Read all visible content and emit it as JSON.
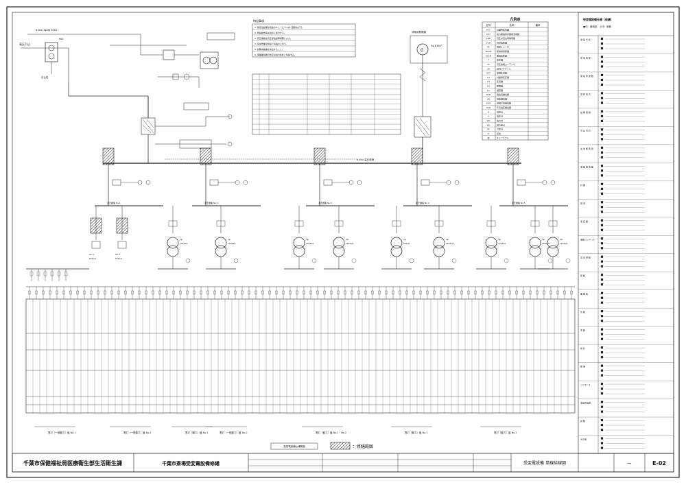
{
  "drawing": {
    "org": "千葉市保健福祉局医療衛生部生活衛生課",
    "project": "千葉市斎場受変電設備修繕",
    "drawing_name": "受変電設備 単線結線図",
    "scale": "—",
    "number": "E-02"
  },
  "legend": {
    "title": "凡例表",
    "head_symbol": "記号",
    "head_name": "名称",
    "head_note": "備考",
    "rows": [
      {
        "sym": "PCT",
        "name": "計器用変成器",
        "note": ""
      },
      {
        "sym": "VCT",
        "name": "電力需給用計器用変成器",
        "note": ""
      },
      {
        "sym": "LBS",
        "name": "高圧交流負荷開閉器",
        "note": ""
      },
      {
        "sym": "VCB",
        "name": "真空遮断器",
        "note": ""
      },
      {
        "sym": "PF",
        "name": "限流ヒューズ",
        "note": ""
      },
      {
        "sym": "MCCB",
        "name": "配線用遮断器",
        "note": ""
      },
      {
        "sym": "ELCB",
        "name": "漏電遮断器",
        "note": ""
      },
      {
        "sym": "T",
        "name": "変圧器",
        "note": ""
      },
      {
        "sym": "SC",
        "name": "高圧進相コンデンサ",
        "note": ""
      },
      {
        "sym": "SR",
        "name": "直列リアクトル",
        "note": ""
      },
      {
        "sym": "ZCT",
        "name": "零相変流器",
        "note": ""
      },
      {
        "sym": "VT",
        "name": "計器用変圧器",
        "note": ""
      },
      {
        "sym": "CT",
        "name": "変流器",
        "note": ""
      },
      {
        "sym": "DS",
        "name": "断路器",
        "note": ""
      },
      {
        "sym": "LA",
        "name": "避雷器",
        "note": ""
      },
      {
        "sym": "OCR",
        "name": "過電流継電器",
        "note": ""
      },
      {
        "sym": "GR",
        "name": "地絡継電器",
        "note": ""
      },
      {
        "sym": "DGR",
        "name": "地絡方向継電器",
        "note": ""
      },
      {
        "sym": "UVR",
        "name": "不足電圧継電器",
        "note": ""
      },
      {
        "sym": "A",
        "name": "電流計",
        "note": ""
      },
      {
        "sym": "V",
        "name": "電圧計",
        "note": ""
      },
      {
        "sym": "kW",
        "name": "電力計",
        "note": ""
      },
      {
        "sym": "Wh",
        "name": "電力量計",
        "note": ""
      },
      {
        "sym": "PF",
        "name": "力率計",
        "note": ""
      },
      {
        "sym": "E",
        "name": "接地",
        "note": ""
      },
      {
        "sym": "▨",
        "name": "キュービクル",
        "note": ""
      }
    ]
  },
  "notes_title": "特記事項",
  "notes": [
    "1. 受変電設備は既設のキュービクル内で更新を行う。",
    "2. 既設撤去品は適切に処分する。",
    "3. 高圧機器は高圧受電設備規程による。",
    "4. 停電作業は施設と協議の上行う。",
    "5. 試験成績書を提出すること。",
    "6. 保護継電器の整定は電力会社と協議する。"
  ],
  "incoming": {
    "label": "高圧引込",
    "supply": "6.6kV 3φ3W 60Hz",
    "pas": "PAS",
    "pole": "引込柱"
  },
  "owner_gen": {
    "label": "非常用発電機",
    "gen": "G",
    "rating": "3φ 6.6kV"
  },
  "main_bus_label": "6.6kV 高圧母線",
  "feeders": [
    {
      "name": "変圧器盤 No.1"
    },
    {
      "name": "変圧器盤 No.2"
    },
    {
      "name": "変圧器盤 No.3"
    },
    {
      "name": "変圧器盤 No.4"
    },
    {
      "name": "変圧器盤 No.5"
    }
  ],
  "transformers": [
    {
      "kind": "1φ",
      "kva": "100kVA"
    },
    {
      "kind": "1φ",
      "kva": "100kVA"
    },
    {
      "kind": "3φ",
      "kva": "200kVA"
    },
    {
      "kind": "3φ",
      "kva": "200kVA"
    },
    {
      "kind": "1φ",
      "kva": "50kVA"
    },
    {
      "kind": "3φ",
      "kva": "200kVA"
    },
    {
      "kind": "3φ",
      "kva": "150kVA"
    },
    {
      "kind": "3φ",
      "kva": "200kVA"
    },
    {
      "kind": "3φ",
      "kva": "150kVA"
    }
  ],
  "capacitors": [
    {
      "name": "SC-1",
      "kvar": "50kvar"
    },
    {
      "name": "SC-2",
      "kvar": "50kvar"
    }
  ],
  "group_labels": [
    {
      "name": "電灯（一般動力）盤 No.1"
    },
    {
      "name": "電灯（一般動力）盤 No.2"
    },
    {
      "name": "電灯（動力）盤 No.1"
    },
    {
      "name": "電灯（一般動力）盤 No.2"
    },
    {
      "name": "電灯（動力）盤 No.1・No.2"
    },
    {
      "name": "電灯（動力）盤 No.1"
    },
    {
      "name": "電灯（動力）盤 No.2"
    }
  ],
  "bottom_legend": {
    "existing": "受変電設備仕様範囲",
    "scope": "：修繕範囲"
  },
  "spec_panel": {
    "title": "受変電設備仕様（修繕）",
    "subtitle": "●印：使用品　◎印：新設",
    "items": [
      "受 電 方 式",
      "受 電 電 圧",
      "受 電 周 波 数",
      "契 約 電 力",
      "設 備 容 量",
      "引 込 方 式",
      "主 遮 断 装 置",
      "保 護 継 電 器",
      "計 器",
      "接 地",
      "変 圧 器",
      "進相コンデンサ",
      "高 圧 母 線",
      "配 線",
      "盤 構 造",
      "外 箱",
      "塗 装",
      "換 気",
      "照 明",
      "コンセント",
      "非常用電源",
      "試 験",
      "その他"
    ]
  }
}
